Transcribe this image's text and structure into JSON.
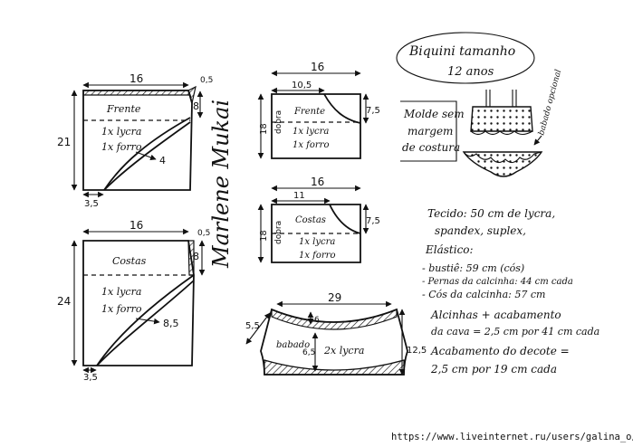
{
  "title": {
    "line1": "Biquini tamanho",
    "line2": "12 anos"
  },
  "note": {
    "line1": "Molde sem",
    "line2": "margem",
    "line3": "de costura"
  },
  "signature": "Marlene Mukai",
  "babado_opcional": "babado opcional",
  "front_large": {
    "width": "16",
    "corner": "0,5",
    "height_right": "8",
    "height": "21",
    "bottom": "3,5",
    "curve": "4",
    "name": "Frente",
    "line1": "1x lycra",
    "line2": "1x forro"
  },
  "back_large": {
    "width": "16",
    "corner": "0,5",
    "height_right": "8",
    "height": "24",
    "bottom": "3,5",
    "curve": "8,5",
    "name": "Costas",
    "line1": "1x lycra",
    "line2": "1x forro"
  },
  "front_small": {
    "width": "16",
    "inner": "10,5",
    "height": "18",
    "right": "7,5",
    "dobra": "dobra",
    "name": "Frente",
    "line1": "1x lycra",
    "line2": "1x forro"
  },
  "back_small": {
    "width": "16",
    "inner": "11",
    "height": "18",
    "right": "7,5",
    "dobra": "dobra",
    "name": "Costas",
    "line1": "1x lycra",
    "line2": "1x forro"
  },
  "ruffle": {
    "width": "29",
    "top": "6",
    "side": "5,5",
    "middle": "6,5",
    "right": "12,5",
    "label": "babado",
    "qty": "2x lycra"
  },
  "specs": {
    "tecido1": "Tecido: 50 cm de lycra,",
    "tecido2": "spandex, suplex,",
    "elastico": "Elástico:",
    "e1": "- bustiê: 59 cm (cós)",
    "e2": "- Pernas da calcinha: 44 cm cada",
    "e3": "- Cós da calcinha: 57 cm",
    "a1": "Alcinhas + acabamento",
    "a2": "da cava = 2,5 cm por 41 cm cada",
    "d1": "Acabamento do decote =",
    "d2": "2,5 cm por 19 cm cada"
  },
  "url": "https://www.liveinternet.ru/users/galina_o/"
}
